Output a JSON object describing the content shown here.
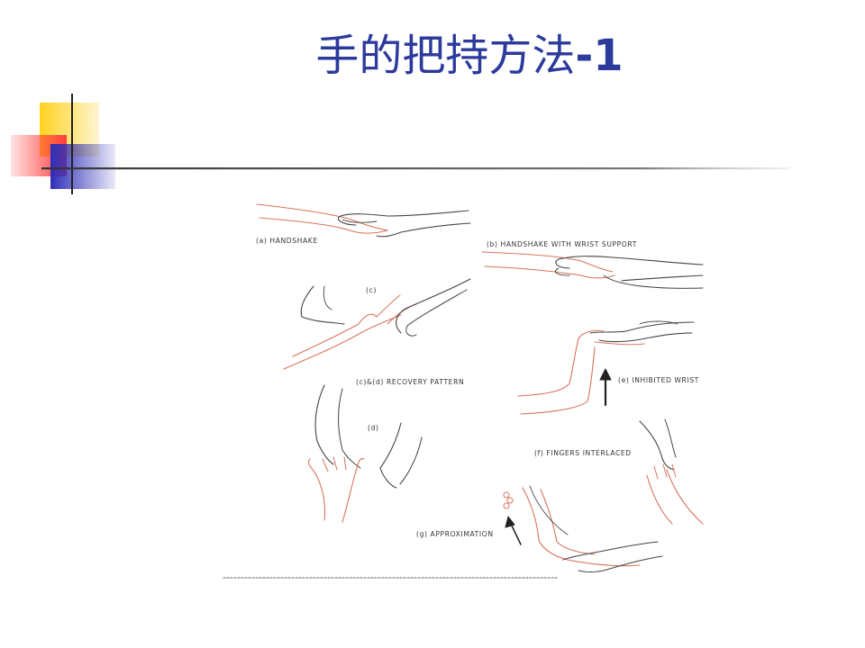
{
  "slide": {
    "title_cn": "手的把持方法",
    "title_num": "-1"
  },
  "figure": {
    "labels": {
      "a": "(a) HANDSHAKE",
      "b": "(b) HANDSHAKE  WITH  WRIST  SUPPORT",
      "c": "(c)",
      "cd": "(c)&(d) RECOVERY  PATTERN",
      "d": "(d)",
      "e": "(e) INHIBITED  WRIST",
      "f": "(f) FINGERS  INTERLACED",
      "g": "(g) APPROXIMATION"
    }
  },
  "colors": {
    "title": "#2b3a9b",
    "yellow": "#ffd21e",
    "red": "#ff3b3b",
    "blue": "#2e2eb8",
    "patient_hand": "#d9735f",
    "therapist_hand": "#444444"
  }
}
